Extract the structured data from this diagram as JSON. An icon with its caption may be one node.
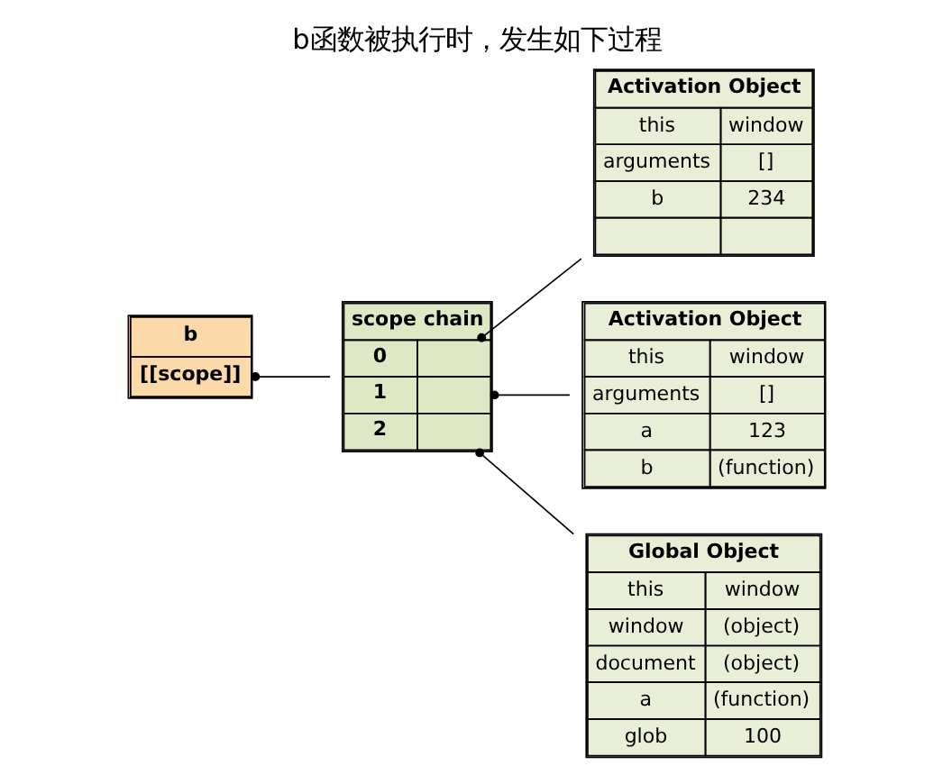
{
  "diagram": {
    "title": "b函数被执行时，发生如下过程",
    "nodes": [
      {
        "text": [
          "b",
          "[[scope]]"
        ]
      },
      {
        "text": [
          "scope chain",
          "0",
          "1",
          "2"
        ]
      },
      {
        "text": [
          "Activation Object",
          "this",
          "window",
          "arguments",
          "[]",
          "b",
          "234"
        ]
      },
      {
        "text": [
          "Activation Object",
          "this",
          "window",
          "arguments",
          "[]",
          "a",
          "123",
          "b",
          "(function)"
        ]
      },
      {
        "text": [
          "Global Object",
          "this",
          "window",
          "window",
          "(object)",
          "document",
          "(object)",
          "a",
          "(function)",
          "glob",
          "100"
        ]
      }
    ],
    "edges": [
      {
        "from": 0,
        "to": 1,
        "arrow": "other"
      },
      {
        "from": 1,
        "to": 2,
        "arrow": "other"
      },
      {
        "from": 1,
        "to": 3,
        "arrow": "other"
      },
      {
        "from": 1,
        "to": 4,
        "arrow": "other"
      }
    ]
  }
}
